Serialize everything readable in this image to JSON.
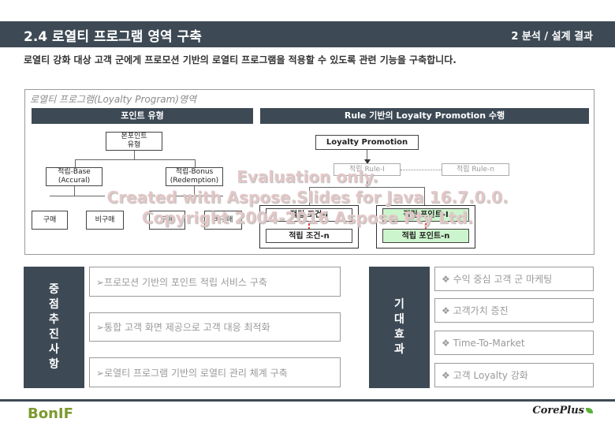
{
  "header": {
    "title": "2.4 로열티 프로그램 영역 구축",
    "section": "2 분석 / 설계 결과"
  },
  "subtitle": "로열티 강화 대상 고객 군에게 프로모션 기반의 로열티 프로그램을 적용할 수 있도록 관련 기능을 구축합니다.",
  "program": {
    "label": "로열티 프로그램(Loyalty Program)영역",
    "point_bar": "포인트 유형",
    "rule_bar": "Rule 기반의 Loyalty Promotion 수행",
    "point_tree": {
      "root": [
        "본포인트",
        "유형"
      ],
      "base": [
        "적립-Base",
        "(Accural)"
      ],
      "bonus": [
        "적립-Bonus",
        "(Redemption)"
      ],
      "leaves": [
        "구매",
        "비구매",
        "구매",
        "비구매"
      ]
    },
    "promo": {
      "root": "Loyalty Promotion",
      "rule_1": "적립 Rule-I",
      "rule_n": "적립 Rule-n",
      "cond_1": "적립 조건-I",
      "cond_n": "적립 조건-n",
      "point_1": "적립 포인트-I",
      "point_n": "적립 포인트-n"
    }
  },
  "key_tasks": {
    "label_chars": [
      "중",
      "점",
      "추",
      "진",
      "사",
      "항"
    ],
    "items": [
      "➢프로모션 기반의 포인트 적립 서비스 구축",
      "➢통합 고객 화면 제공으로 고객 대응 최적화",
      "➢로열티 프로그램 기반의 로열티 관리 체계 구축"
    ]
  },
  "effects": {
    "label_chars": [
      "기",
      "대",
      "효",
      "과"
    ],
    "items": [
      "❖ 수익 중심 고객 군 마케팅",
      "❖ 고객가치 증진",
      "❖ Time-To-Market",
      "❖ 고객 Loyalty 강화"
    ]
  },
  "watermark": [
    "Evaluation only.",
    "Created with Aspose.Slides for Java 16.7.0.0.",
    "Copyright 2004-2016 Aspose Pty Ltd."
  ],
  "footer": {
    "left_logo": "BonIF",
    "right_logo": "CorePlus",
    "right_logo_icon": "leaf-icon",
    "brand_color": "#7c9a2e"
  }
}
